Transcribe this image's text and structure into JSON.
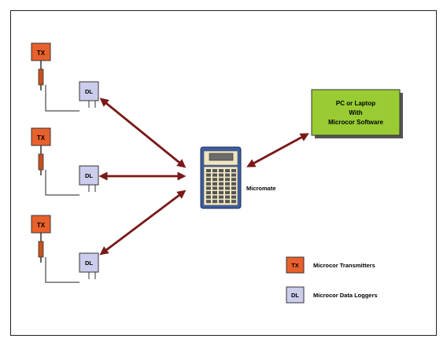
{
  "transmitters": [
    {
      "label": "TX"
    },
    {
      "label": "TX"
    },
    {
      "label": "TX"
    }
  ],
  "data_loggers": [
    {
      "label": "DL"
    },
    {
      "label": "DL"
    },
    {
      "label": "DL"
    }
  ],
  "handheld": {
    "label": "Micromate"
  },
  "computer": {
    "line1": "PC or Laptop",
    "line2": "With",
    "line3": "Microcor Software"
  },
  "legend": {
    "tx_symbol": "TX",
    "tx_label": "Microcor Transmitters",
    "dl_symbol": "DL",
    "dl_label": "Microcor Data Loggers"
  },
  "colors": {
    "tx_fill": "#e8602c",
    "dl_fill": "#ccccec",
    "pc_fill": "#99cc33",
    "arrow": "#7a1818",
    "probe": "#c8501e",
    "device_blue": "#3d5ca0",
    "device_body": "#efe6c0"
  }
}
